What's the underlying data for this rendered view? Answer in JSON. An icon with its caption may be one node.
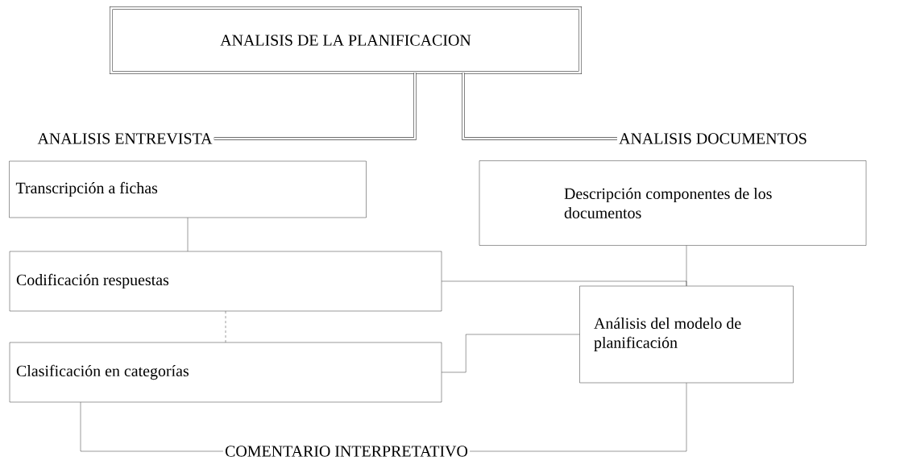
{
  "diagram": {
    "nodes": [
      {
        "text": [
          "ANALISIS DE LA PLANIFICACION"
        ]
      },
      {
        "text": [
          "ANALISIS ENTREVISTA"
        ]
      },
      {
        "text": [
          "ANALISIS DOCUMENTOS"
        ]
      },
      {
        "text": [
          "Transcripción a fichas"
        ]
      },
      {
        "text": [
          "Codificación respuestas"
        ]
      },
      {
        "text": [
          "Clasificación en categorías"
        ]
      },
      {
        "text": [
          "Descripción componentes de los documentos"
        ]
      },
      {
        "text": [
          "Análisis del modelo de planificación"
        ]
      },
      {
        "text": [
          "COMENTARIO INTERPRETATIVO"
        ]
      }
    ],
    "edges": [
      {
        "from": 0,
        "to": 1,
        "arrow": "none",
        "style": "thick"
      },
      {
        "from": 0,
        "to": 2,
        "arrow": "none",
        "style": "thick"
      },
      {
        "from": 3,
        "to": 4,
        "arrow": "none"
      },
      {
        "from": 4,
        "to": 5,
        "arrow": "none",
        "style": "dashed"
      },
      {
        "from": 6,
        "to": 7,
        "arrow": "none"
      },
      {
        "from": 4,
        "to": 7,
        "arrow": "none"
      },
      {
        "from": 5,
        "to": 7,
        "arrow": "none"
      },
      {
        "from": 5,
        "to": 8,
        "arrow": "none"
      },
      {
        "from": 7,
        "to": 8,
        "arrow": "none"
      }
    ]
  }
}
